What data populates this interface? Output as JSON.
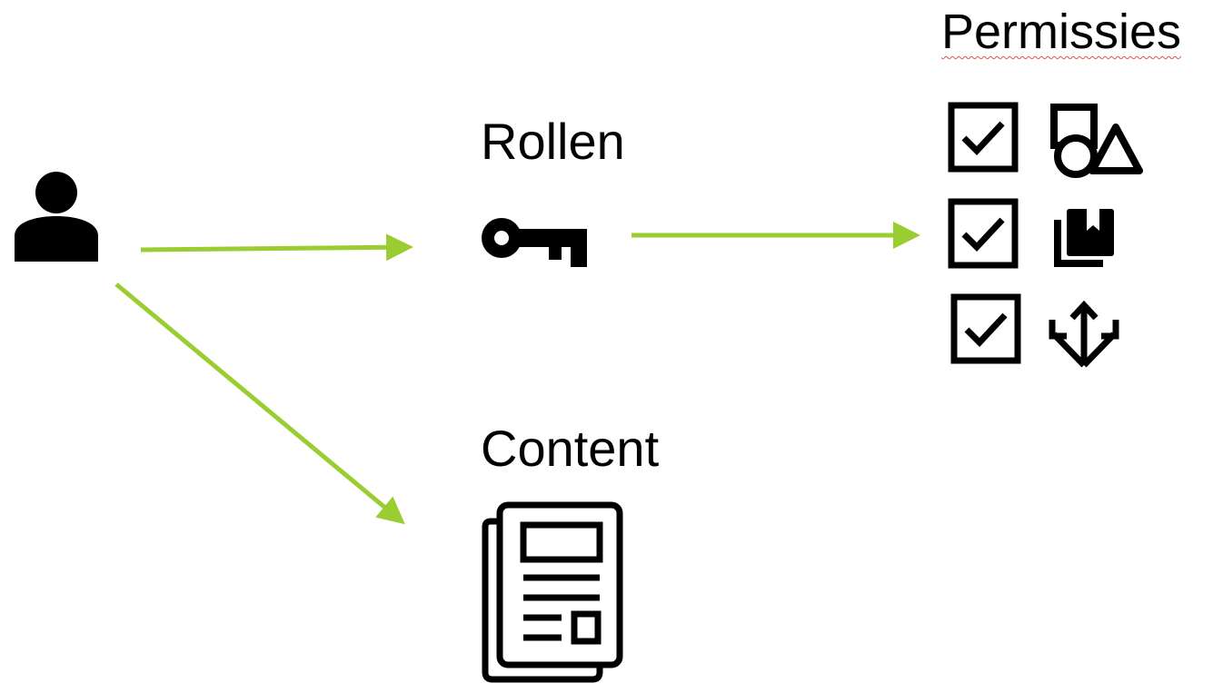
{
  "labels": {
    "roles": "Rollen",
    "content": "Content",
    "permissions": "Permissies"
  },
  "colors": {
    "arrow": "#9ACD32",
    "ink": "#000000",
    "spellcheck": "#e0534a"
  },
  "icons": {
    "user": "user-icon",
    "key": "key-icon",
    "document": "document-icon",
    "checkbox": "checkbox-checked-icon",
    "shapes": "shapes-icon",
    "library": "library-books-icon",
    "split": "split-arrows-icon"
  }
}
